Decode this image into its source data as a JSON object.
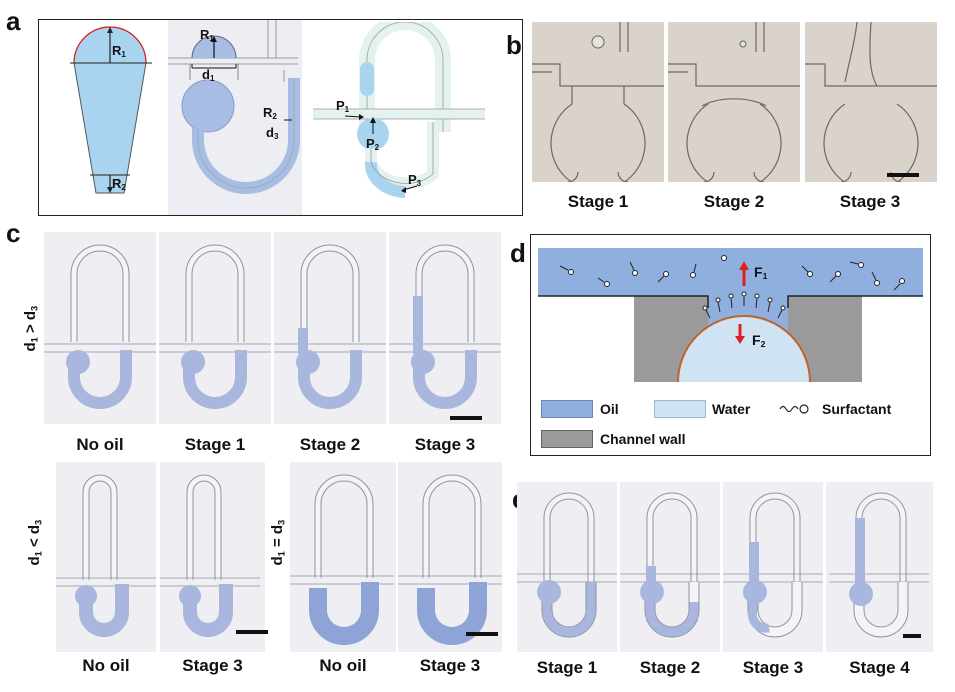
{
  "panels": {
    "a": "a",
    "b": "b",
    "c": "c",
    "d": "d",
    "e": "e"
  },
  "a": {
    "r1": "R",
    "r1_sub": "1",
    "r2": "R",
    "r2_sub": "2",
    "d1": "d",
    "d1_sub": "1",
    "d3": "d",
    "d3_sub": "3",
    "p1": "P",
    "p1_sub": "1",
    "p2": "P",
    "p2_sub": "2",
    "p3": "P",
    "p3_sub": "3"
  },
  "b": {
    "captions": [
      "Stage 1",
      "Stage 2",
      "Stage 3"
    ]
  },
  "c": {
    "row1_label": "d1 > d3",
    "row1_label_parts": [
      "d",
      "1",
      " > d",
      "3"
    ],
    "row1_captions": [
      "No oil",
      "Stage 1",
      "Stage 2",
      "Stage 3"
    ],
    "row2a_label_parts": [
      "d",
      "1",
      " < d",
      "3"
    ],
    "row2a_captions": [
      "No oil",
      "Stage 3"
    ],
    "row2b_label_parts": [
      "d",
      "1",
      " = d",
      "3"
    ],
    "row2b_captions": [
      "No oil",
      "Stage 3"
    ]
  },
  "d": {
    "f1": "F",
    "f1_sub": "1",
    "f2": "F",
    "f2_sub": "2",
    "legend": {
      "oil": "Oil",
      "water": "Water",
      "surfactant": "Surfactant",
      "wall": "Channel wall"
    }
  },
  "e": {
    "captions": [
      "Stage 1",
      "Stage 2",
      "Stage 3",
      "Stage 4"
    ]
  },
  "colors": {
    "oil": "#8fb0df",
    "water": "#cfe3f3",
    "drop": "#a7bde3",
    "wall": "#9a9a9a",
    "arrow": "#e02020"
  }
}
